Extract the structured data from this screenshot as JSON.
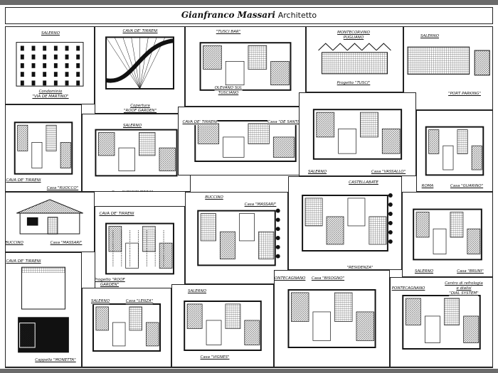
{
  "title": {
    "name": "Gianfranco Massari",
    "profession": "Architetto"
  },
  "panels": [
    {
      "labels": [
        "SALERNO",
        "Condominio",
        "\"VIA DE MARTINO\""
      ]
    },
    {
      "labels": [
        "CAVA DE' TIRRENI",
        "Copertura",
        "\"ROOF GARDEN\""
      ]
    },
    {
      "labels": [
        "\"TUSCI BAR\"",
        "OLEVANO SUL",
        "TUSCIANO"
      ]
    },
    {
      "labels": [
        "MONTECORVINO",
        "PUGLIANO",
        "Progetto \"TUSCI\""
      ]
    },
    {
      "labels": [
        "SALERNO",
        "\"PORT PARKING\""
      ]
    },
    {
      "labels": [
        "CAVA DE' TIRRENI",
        "Casa \"RUOCCO\""
      ]
    },
    {
      "labels": [
        "SALERNO",
        "Casa \"VINCIGUERRA\""
      ]
    },
    {
      "labels": [
        "CAVA DE' TIRRENI",
        "Casa \"DE SANTIS\""
      ]
    },
    {
      "labels": [
        "SALERNO",
        "Casa \"VASSALLO\""
      ]
    },
    {
      "labels": [
        "ROMA",
        "Casa \"GUARINO\""
      ]
    },
    {
      "labels": [
        "BUCCINO",
        "Casa \"MASSARI\""
      ]
    },
    {
      "labels": [
        "CAVA DE' TIRRENI",
        "Progetto \"ROOF",
        "GARDEN\""
      ]
    },
    {
      "labels": [
        "BUCCINO",
        "Casa \"MASSARI\""
      ]
    },
    {
      "labels": [
        "CASTELLABATE",
        "\"RESIDENZA\""
      ]
    },
    {
      "labels": [
        "SALERNO",
        "Casa \"BRUNI\""
      ]
    },
    {
      "labels": [
        "CAVA DE' TIRRENI",
        "Cappello \"MONETTA\""
      ]
    },
    {
      "labels": [
        "SALERNO",
        "Casa \"LENZA\""
      ]
    },
    {
      "labels": [
        "SALERNO",
        "Casa \"VIGNES\""
      ]
    },
    {
      "labels": [
        "PONTECAGNANO",
        "Casa \"BISOGNO\""
      ]
    },
    {
      "labels": [
        "PONTECAGNANO",
        "Centro di refrologia",
        "e dialisi",
        "\"DIAL SYSTEM\""
      ]
    }
  ]
}
